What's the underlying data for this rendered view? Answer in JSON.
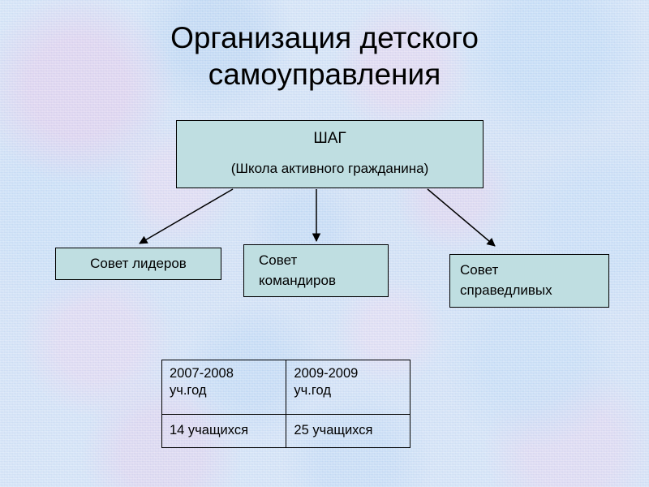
{
  "slide": {
    "title": "Организация детского\nсамоуправления",
    "background_color": "#cfe0f5",
    "box_fill_color": "#bfdee1",
    "box_border_color": "#000000",
    "text_color": "#000000"
  },
  "diagram": {
    "type": "hierarchy",
    "root": {
      "name": "ШАГ",
      "subtitle": "(Школа активного гражданина)"
    },
    "children": [
      {
        "line1": "Совет лидеров",
        "line2": ""
      },
      {
        "line1": "Совет",
        "line2": "командиров"
      },
      {
        "line1": "Совет",
        "line2": "справедливых"
      }
    ],
    "connector_count": 3
  },
  "stats_table": {
    "columns": [
      {
        "header": "2007-2008\nуч.год",
        "value": "14 учащихся"
      },
      {
        "header": "2009-2009\nуч.год",
        "value": "25 учащихся"
      }
    ]
  }
}
